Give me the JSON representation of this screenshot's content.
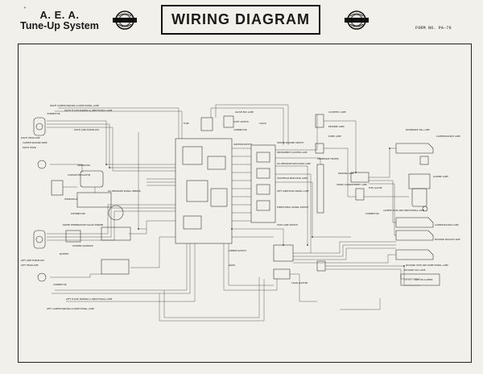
{
  "header": {
    "brand_line1": "A. E. A.",
    "brand_line2": "Tune-Up System",
    "title": "WIRING DIAGRAM",
    "form_number": "FORM NO. PA-76",
    "emblem_left": "aea-emblem",
    "emblem_right": "aea-emblem"
  },
  "diagram": {
    "labels_left": [
      "RIGHT CLIPPER PARKING & DIRECTIONAL LAMP",
      "RIGHT FLOOD PARKING & DIRECTIONAL LAMP",
      "CONNECTOR",
      "RIGHT JUNCTION BLOCK",
      "RIGHT HEADLAMP",
      "CLIPPER GROUND WIRE",
      "RIGHT HORN",
      "GENERATOR",
      "VOLTAGE REGULATOR",
      "OIL PRESSURE SIGNAL SENDER",
      "HORN RELAY",
      "DISTRIBUTOR",
      "WATER TEMPERATURE GAUGE SENDER",
      "STARTER SOLENOID",
      "BATTERY",
      "LEFT JUNCTION BLOCK",
      "LEFT HEADLAMP",
      "CONNECTOR",
      "LEFT FLOOD PARKING & DIRECTIONAL LAMP",
      "LEFT CLIPPER PARKING & DIRECTIONAL LAMP"
    ],
    "labels_center": [
      "FUSE",
      "GLOVE BOX LAMP",
      "LIGHT SWITCH",
      "CONNECTOR",
      "CLOCK",
      "IGNITION SWITCH",
      "HEATER BLOWER SWITCH",
      "INSTRUMENT CLUSTER LAMP",
      "OIL PRESSURE INDICATOR LAMP",
      "HIGH BEAM INDICATOR LAMP",
      "LEFT DIRECTION SIGNAL LAMP",
      "DIRECTIONAL SIGNAL SWITCH",
      "STOP LAMP SWITCH",
      "DIMMER SWITCH",
      "CIGAR LIGHTER",
      "RADIO"
    ],
    "labels_right": [
      "COURTESY LAMP",
      "REVERSE LAMP",
      "DOME LAMP",
      "UNDERSEAT HEATER",
      "READING LAMP",
      "TRUNK COMPARTMENT LAMP",
      "CONNECTOR",
      "FUEL GAUGE",
      "PASSENGER TAIL LAMP",
      "CLIPPER BACKUP LAMP",
      "LICENSE LAMP",
      "CLIPPER STOP AND DIRECTIONAL LAMP",
      "CLIPPER BACKUP LAMP",
      "PACKARD BACKUP LAMP",
      "PACKARD STOP AND DIRECTIONAL LAMP",
      "PACKARD TAIL LAMP"
    ],
    "legend_note": "USED ON CLIPPER"
  }
}
